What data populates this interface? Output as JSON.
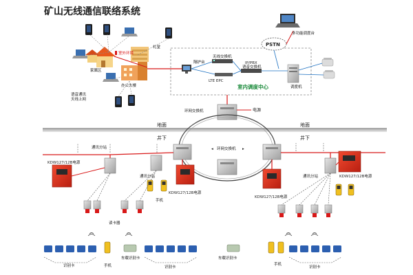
{
  "title": "矿山无线通信联络系统",
  "colors": {
    "accent_red": "#e03020",
    "network_green": "#1a8a3a",
    "link_red": "#d81818",
    "device_gray": "#b8b8b8",
    "dispatch_border": "#888888"
  },
  "labels": {
    "outdoor_wifi": "室外环境",
    "residential": "家属区",
    "auditorium": "礼堂",
    "office_building": "办公大楼",
    "voice_internet": "语音通讯\n天线上网",
    "protection_station": "隔护台",
    "wireless_switch": "无线交换机",
    "ip_pbx": "IP/PBX\n语音交换机",
    "lte_epc": "LTE EPC",
    "pstn": "PSTN",
    "dispatch_console": "多功能调度台",
    "dispatcher": "调度机",
    "dispatch_center": "室内调度中心",
    "ring_switch_top": "环网交换机",
    "power": "电源",
    "ground_left": "地面",
    "ground_right": "地面",
    "underground_left": "井下",
    "underground_right": "井下",
    "ring_switch_mid": "环网交换机",
    "comm_branch_1": "通讯分站",
    "comm_branch_2": "通讯分站",
    "comm_branch_3": "通讯分站",
    "power_kdw_1": "KDW127/12B电源",
    "power_kdw_2": "KDW127/12B电源",
    "power_kdw_3": "KDW127/12B电源",
    "power_kdw_4": "KDW127/12B电源",
    "phone_1": "手机",
    "phone_2": "手机",
    "phone_3": "手机",
    "reader": "读卡器",
    "id_card_1": "识别卡",
    "id_card_2": "识别卡",
    "id_card_3": "识别卡",
    "vehicle_card_1": "车载识别卡",
    "vehicle_card_2": "车载识别卡"
  }
}
